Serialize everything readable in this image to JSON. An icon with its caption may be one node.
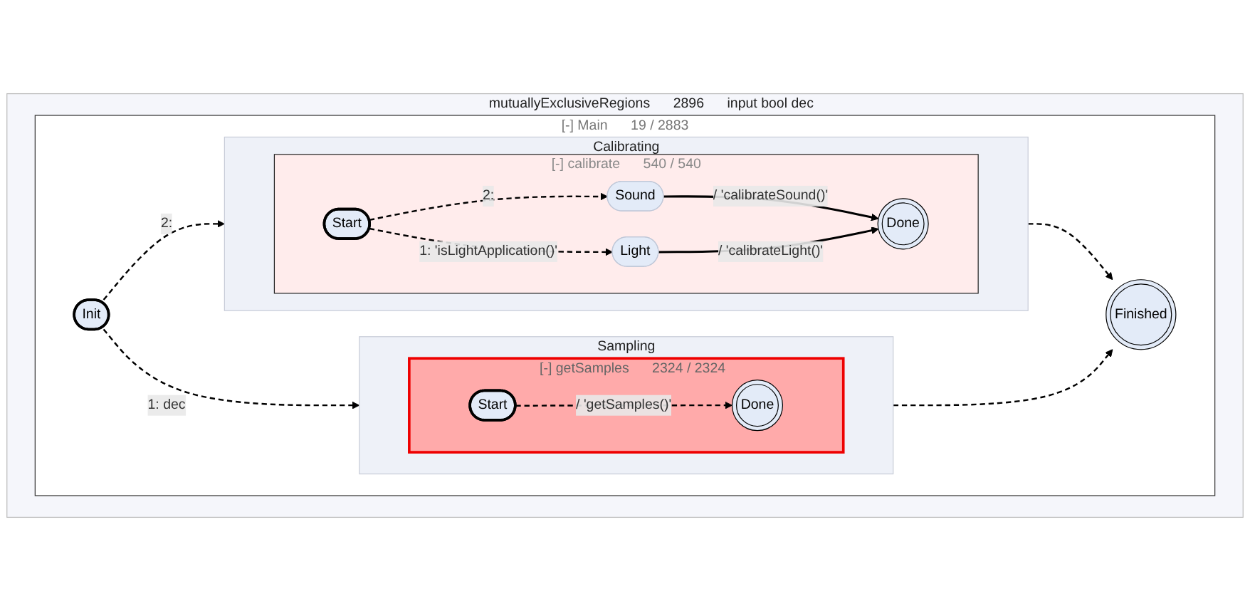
{
  "diagram": {
    "nodes": [
      {
        "text": [
          "mutuallyExclusiveRegions",
          "2896",
          "input bool dec"
        ]
      },
      {
        "text": [
          "[-] Main",
          "19 / 2883"
        ],
        "in": 0
      },
      {
        "text": [
          "Init"
        ],
        "in": 1
      },
      {
        "text": [
          "Calibrating"
        ],
        "in": 1
      },
      {
        "text": [
          "[-] calibrate",
          "540 / 540"
        ],
        "in": 3
      },
      {
        "text": [
          "Start"
        ],
        "in": 4
      },
      {
        "text": [
          "Sound"
        ],
        "in": 4
      },
      {
        "text": [
          "Light"
        ],
        "in": 4
      },
      {
        "text": [
          "Done"
        ],
        "in": 4
      },
      {
        "text": [
          "Sampling"
        ],
        "in": 1
      },
      {
        "text": [
          "[-] getSamples",
          "2324 / 2324"
        ],
        "in": 9
      },
      {
        "text": [
          "Start"
        ],
        "in": 10
      },
      {
        "text": [
          "Done"
        ],
        "in": 10
      },
      {
        "text": [
          "Finished"
        ],
        "in": 1
      }
    ],
    "edges": [
      {
        "from": 2,
        "to": 3,
        "label": "2:",
        "arrow": "to",
        "style": "dashed"
      },
      {
        "from": 2,
        "to": 9,
        "label": "1: dec",
        "arrow": "to",
        "style": "dashed"
      },
      {
        "from": 5,
        "to": 6,
        "label": "2:",
        "arrow": "to",
        "style": "dashed"
      },
      {
        "from": 5,
        "to": 7,
        "label": "1: 'isLightApplication()'",
        "arrow": "to",
        "style": "dashed"
      },
      {
        "from": 6,
        "to": 8,
        "label": "/ 'calibrateSound()'",
        "arrow": "to"
      },
      {
        "from": 7,
        "to": 8,
        "label": "/ 'calibrateLight()'",
        "arrow": "to"
      },
      {
        "from": 3,
        "to": 13,
        "arrow": "to",
        "style": "dashed"
      },
      {
        "from": 9,
        "to": 13,
        "arrow": "to",
        "style": "dashed"
      },
      {
        "from": 11,
        "to": 12,
        "label": "/ 'getSamples()'",
        "arrow": "to",
        "style": "dashed"
      }
    ]
  }
}
